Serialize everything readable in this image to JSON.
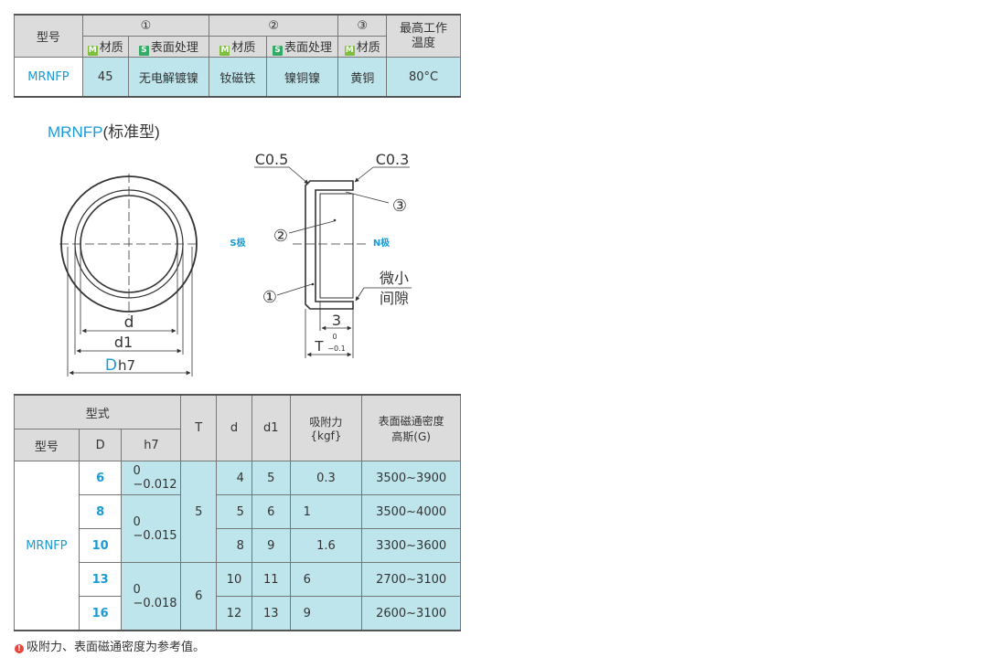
{
  "spec_table": {
    "header": {
      "model_label": "型号",
      "group1": "①",
      "group2": "②",
      "group3": "③",
      "max_temp": "最高工作温度"
    },
    "subheader": {
      "m_badge": "M",
      "s_badge": "S",
      "material1": "材质",
      "surface1": "表面处理",
      "material2": "材质",
      "surface2": "表面处理",
      "material3": "材质"
    },
    "row": {
      "model": "MRNFP",
      "material1": "45",
      "surface1": "无电解镀镍",
      "material2": "钕磁铁",
      "surface2": "镍铜镍",
      "material3": "黄铜",
      "max_temp": "80°C"
    }
  },
  "title": {
    "prefix": "MRNFP",
    "suffix": "(标准型)"
  },
  "drawing": {
    "chamfer_left": "C0.5",
    "chamfer_right": "C0.3",
    "label_3": "③",
    "label_2": "②",
    "label_1": "①",
    "s_pole": "S极",
    "n_pole": "N极",
    "micro_gap_1": "微小",
    "micro_gap_2": "间隙",
    "dim_3": "3",
    "dim_t": "T",
    "dim_t_upper": "0",
    "dim_t_lower": "−0.1",
    "dim_d": "d",
    "dim_d1": "d1",
    "dim_D": "D",
    "dim_h7": "h7"
  },
  "dim_table": {
    "headers": {
      "type": "型式",
      "model": "型号",
      "D": "D",
      "h7": "h7",
      "T": "T",
      "d": "d",
      "d1": "d1",
      "force": "吸附力",
      "force_unit": "{kgf}",
      "flux": "表面磁通密度",
      "flux_unit": "高斯(G)"
    },
    "model": "MRNFP",
    "rows": [
      {
        "D": "6",
        "tol_upper": "0",
        "tol_lower": "−0.012",
        "T": "5",
        "d": "4",
        "d1": "5",
        "force": "0.3",
        "flux": "3500~3900"
      },
      {
        "D": "8",
        "tol_upper": "0",
        "tol_lower": "−0.015",
        "T": "5",
        "d": "5",
        "d1": "6",
        "force": "1",
        "flux": "3500~4000"
      },
      {
        "D": "10",
        "tol_upper": "0",
        "tol_lower": "−0.015",
        "T": "5",
        "d": "8",
        "d1": "9",
        "force": "1.6",
        "flux": "3300~3600"
      },
      {
        "D": "13",
        "tol_upper": "0",
        "tol_lower": "−0.018",
        "T": "6",
        "d": "10",
        "d1": "11",
        "force": "6",
        "flux": "2700~3100"
      },
      {
        "D": "16",
        "tol_upper": "0",
        "tol_lower": "−0.018",
        "T": "6",
        "d": "12",
        "d1": "13",
        "force": "9",
        "flux": "2600~3100"
      }
    ]
  },
  "footnote": {
    "icon": "!",
    "text": "吸附力、表面磁通密度为参考值。"
  }
}
